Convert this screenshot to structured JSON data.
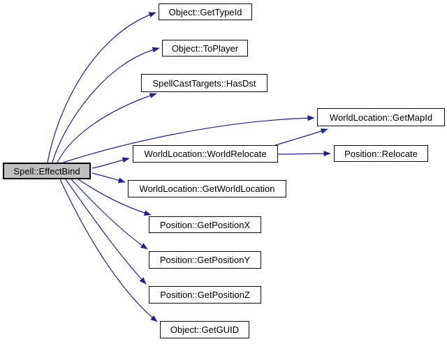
{
  "diagram": {
    "type": "call-graph",
    "root_function": "Spell::EffectBind",
    "colors": {
      "background": "#ffffff",
      "edge": "#20208c",
      "node_fill": "#ffffff",
      "node_border": "#0d0d0d",
      "root_node_fill": "#bfbfbf"
    },
    "nodes": {
      "root": {
        "label": "Spell::EffectBind"
      },
      "get_type_id": {
        "label": "Object::GetTypeId"
      },
      "to_player": {
        "label": "Object::ToPlayer"
      },
      "has_dst": {
        "label": "SpellCastTargets::HasDst"
      },
      "get_map_id": {
        "label": "WorldLocation::GetMapId"
      },
      "world_relocate": {
        "label": "WorldLocation::WorldRelocate"
      },
      "relocate": {
        "label": "Position::Relocate"
      },
      "get_world_location": {
        "label": "WorldLocation::GetWorldLocation"
      },
      "get_position_x": {
        "label": "Position::GetPositionX"
      },
      "get_position_y": {
        "label": "Position::GetPositionY"
      },
      "get_position_z": {
        "label": "Position::GetPositionZ"
      },
      "get_guid": {
        "label": "Object::GetGUID"
      }
    },
    "edges": [
      {
        "from": "Spell::EffectBind",
        "to": "Object::GetTypeId"
      },
      {
        "from": "Spell::EffectBind",
        "to": "Object::ToPlayer"
      },
      {
        "from": "Spell::EffectBind",
        "to": "SpellCastTargets::HasDst"
      },
      {
        "from": "Spell::EffectBind",
        "to": "WorldLocation::GetMapId"
      },
      {
        "from": "Spell::EffectBind",
        "to": "WorldLocation::WorldRelocate"
      },
      {
        "from": "Spell::EffectBind",
        "to": "WorldLocation::GetWorldLocation"
      },
      {
        "from": "Spell::EffectBind",
        "to": "Position::GetPositionX"
      },
      {
        "from": "Spell::EffectBind",
        "to": "Position::GetPositionY"
      },
      {
        "from": "Spell::EffectBind",
        "to": "Position::GetPositionZ"
      },
      {
        "from": "Spell::EffectBind",
        "to": "Object::GetGUID"
      },
      {
        "from": "WorldLocation::WorldRelocate",
        "to": "WorldLocation::GetMapId"
      },
      {
        "from": "WorldLocation::WorldRelocate",
        "to": "Position::Relocate"
      }
    ]
  }
}
